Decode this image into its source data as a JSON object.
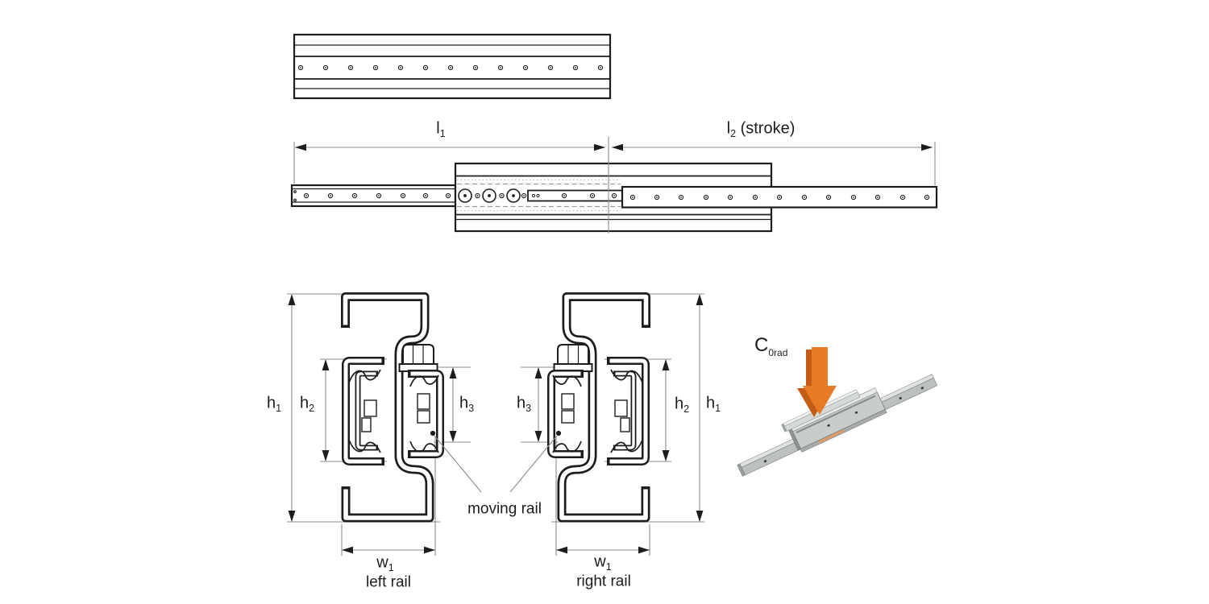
{
  "figure": {
    "background": "#ffffff",
    "ink_color": "#1d1d1b",
    "dimension_line_color": "#8c8c8c",
    "accent_orange": "#e87b26",
    "accent_orange_dark": "#c35c15",
    "rail_gray_light": "#e0e2df",
    "rail_gray_mid": "#bdc1bd",
    "rail_gray_dark": "#8f938f"
  },
  "dimensions": {
    "l1": {
      "base": "l",
      "sub": "1",
      "suffix": ""
    },
    "l2": {
      "base": "l",
      "sub": "2",
      "suffix": " (stroke)"
    },
    "h1": {
      "base": "h",
      "sub": "1"
    },
    "h2": {
      "base": "h",
      "sub": "2"
    },
    "h3": {
      "base": "h",
      "sub": "3"
    },
    "w1": {
      "base": "w",
      "sub": "1"
    }
  },
  "annotations": {
    "moving_rail": "moving rail",
    "left_rail": "left rail",
    "right_rail": "right rail",
    "load_label": {
      "base": "C",
      "sub": "0rad"
    }
  }
}
